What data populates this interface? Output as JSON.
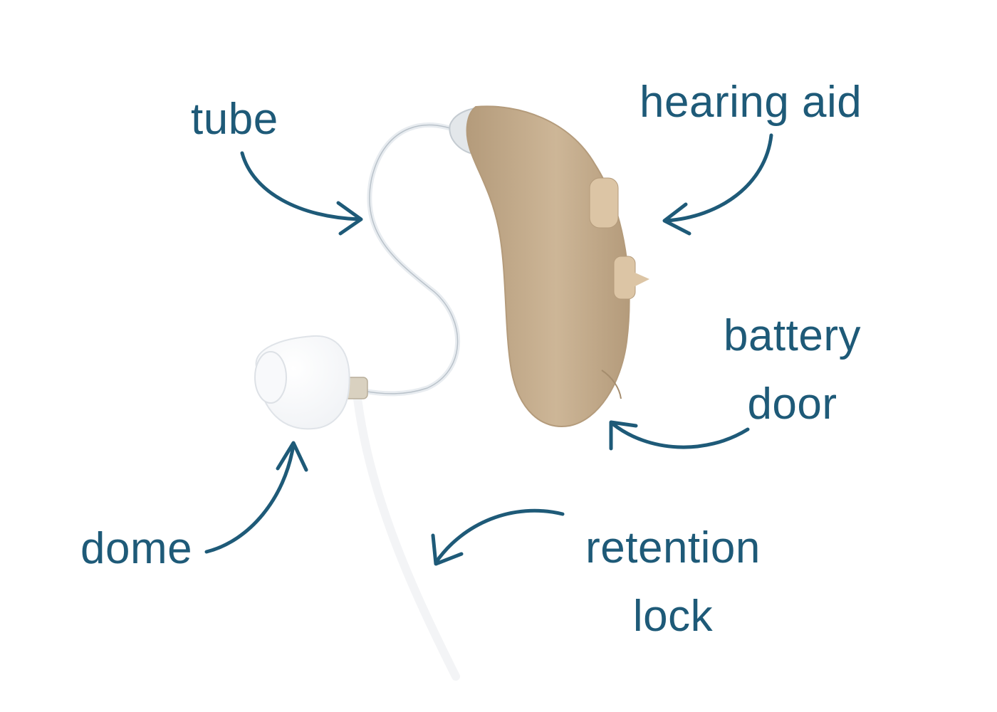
{
  "colors": {
    "label": "#1e5a78",
    "arrow": "#1e5a78",
    "background": "#ffffff",
    "device_body": "#cdb697",
    "device_shadow": "#b49b7b",
    "device_button": "#dcc5a5",
    "tube": "#e6eaee",
    "dome": "#f1f3f6",
    "retention_lock": "#f3f4f6"
  },
  "labels": {
    "tube": "tube",
    "hearing_aid": "hearing aid",
    "battery_door_line1": "battery",
    "battery_door_line2": "door",
    "dome": "dome",
    "retention_lock_line1": "retention",
    "retention_lock_line2": "lock"
  }
}
